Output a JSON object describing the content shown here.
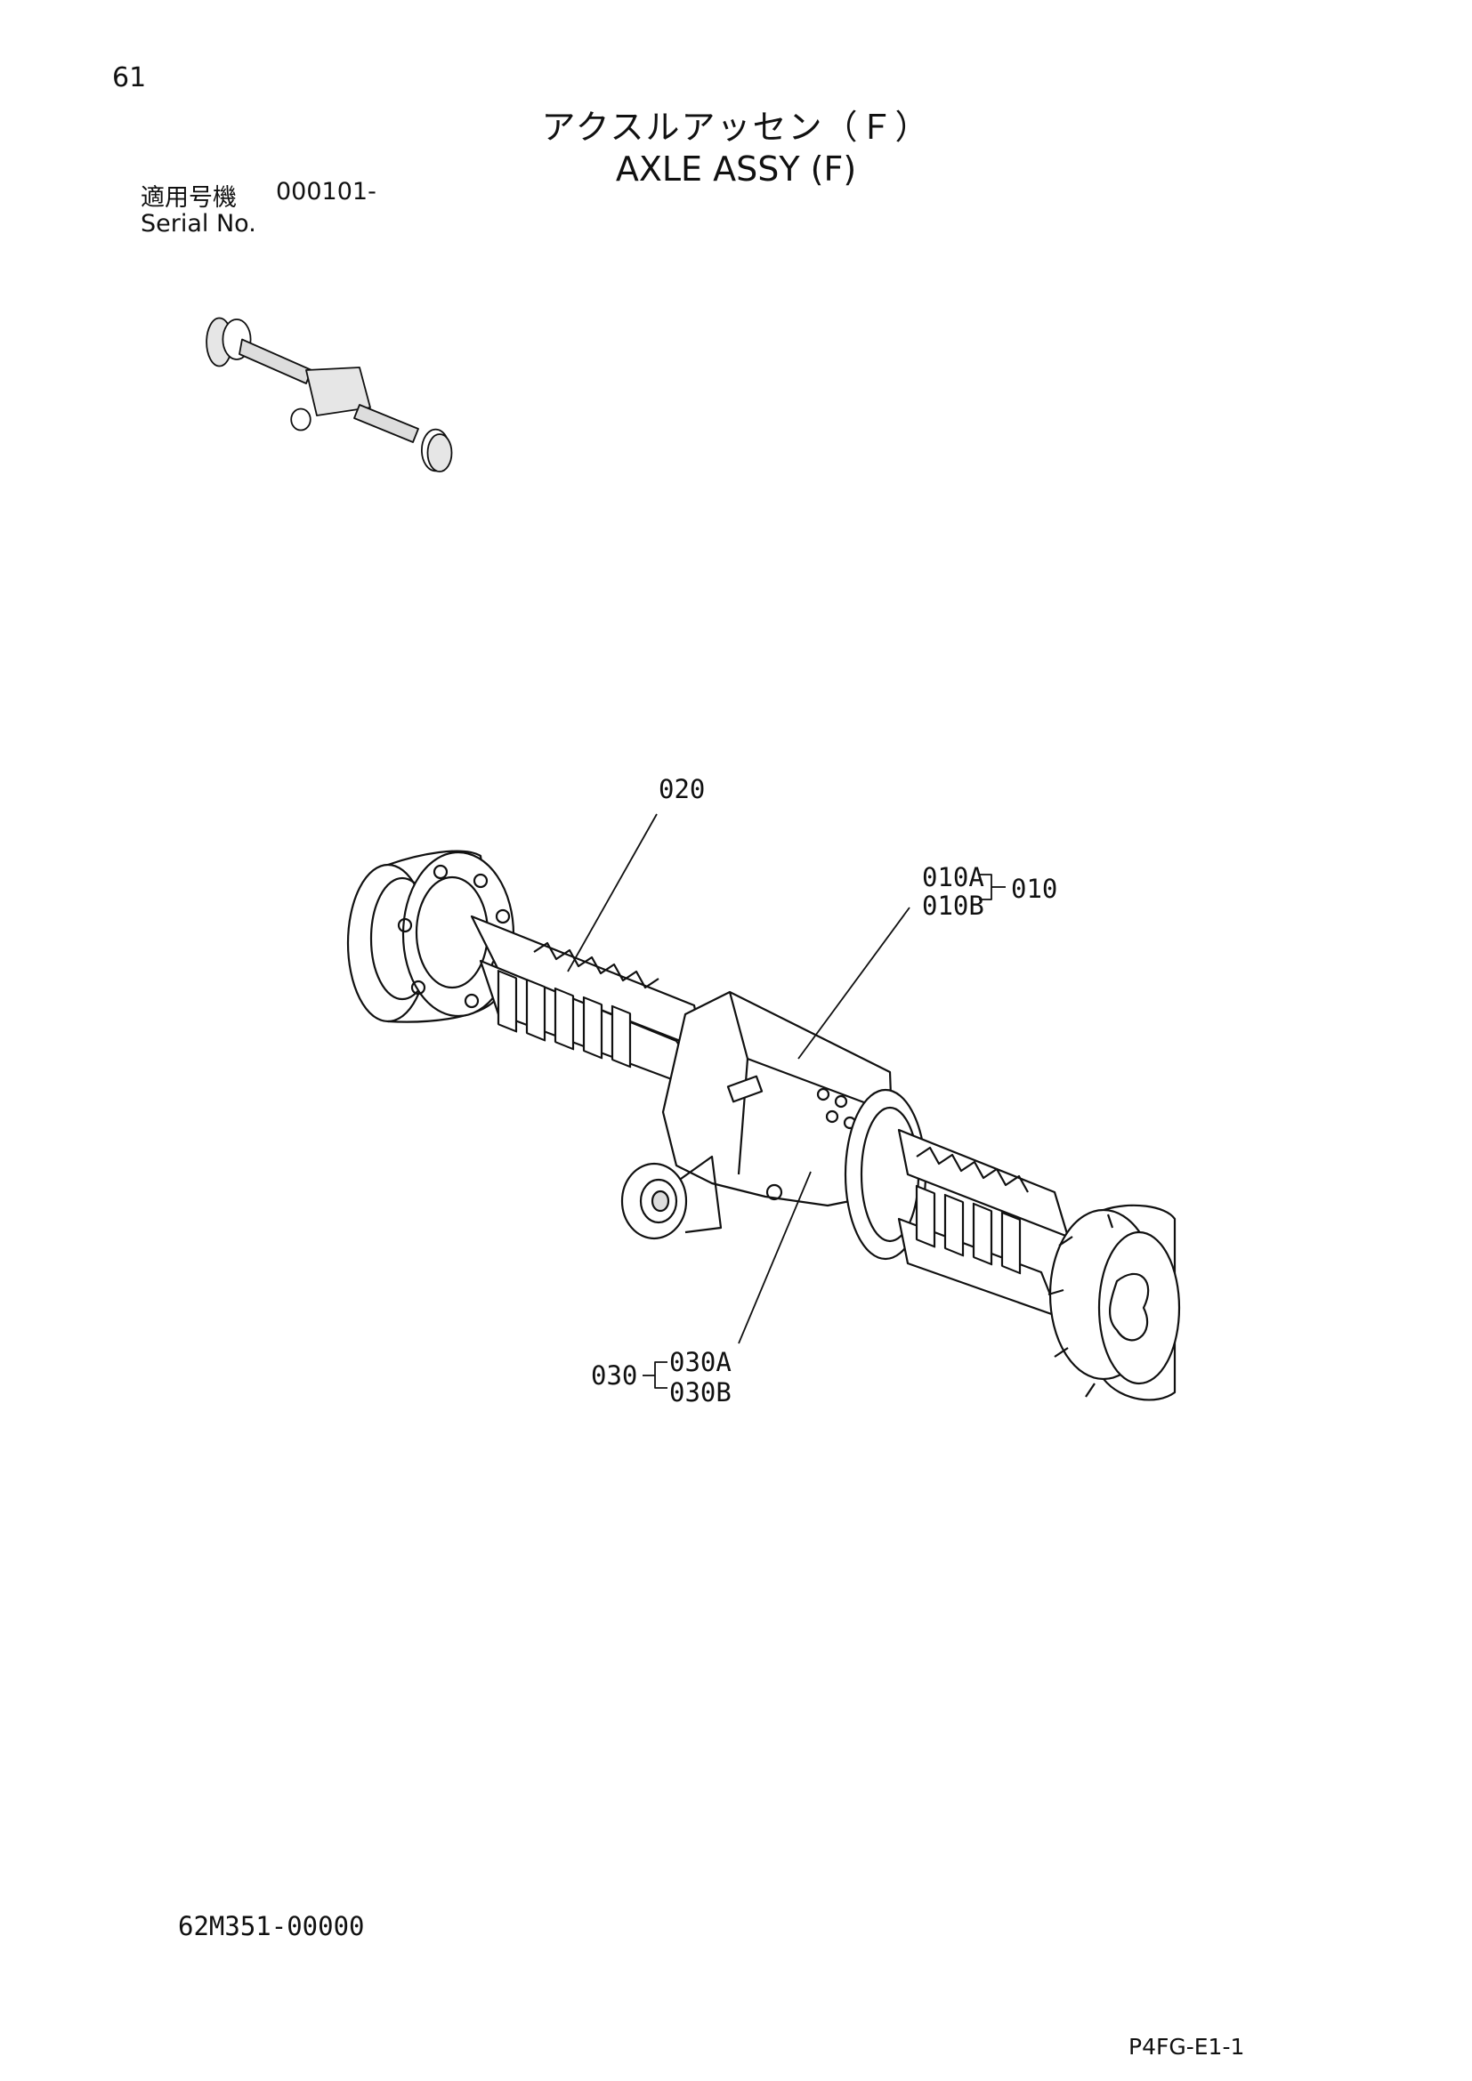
{
  "header": {
    "page_number": "61",
    "title_jp": "アクスルアッセン（Ｆ）",
    "title_en": "AXLE ASSY (F)",
    "serial_label_jp": "適用号機",
    "serial_value": "000101-",
    "serial_label_en": "Serial No."
  },
  "callouts": {
    "c020": "020",
    "c010A": "010A",
    "c010B": "010B",
    "c010": "010",
    "c030": "030",
    "c030A": "030A",
    "c030B": "030B"
  },
  "footer": {
    "part_number": "62M351-00000",
    "page_code": "P4FG-E1-1"
  }
}
